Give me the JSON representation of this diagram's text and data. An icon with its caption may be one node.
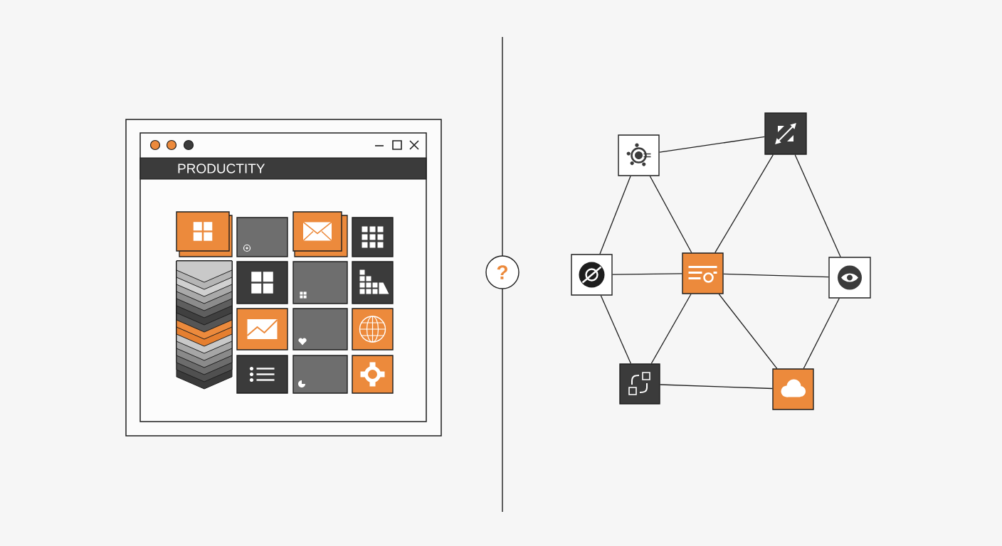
{
  "diagram": {
    "nodes": [
      {
        "text": [
          "PRODUCTITY"
        ]
      },
      {
        "text": [],
        "shape": "box",
        "in": 0
      },
      {
        "text": [],
        "shape": "box",
        "in": 0
      },
      {
        "text": [],
        "shape": "box",
        "in": 0
      },
      {
        "text": [],
        "shape": "box",
        "in": 0
      },
      {
        "text": [],
        "shape": "box",
        "in": 0
      },
      {
        "text": [],
        "shape": "box",
        "in": 0
      },
      {
        "text": [],
        "shape": "box",
        "in": 0
      },
      {
        "text": [],
        "shape": "box",
        "in": 0
      },
      {
        "text": [],
        "shape": "box",
        "in": 0
      },
      {
        "text": [],
        "shape": "box",
        "in": 0
      },
      {
        "text": [],
        "shape": "box",
        "in": 0
      },
      {
        "text": [],
        "shape": "box",
        "in": 0
      },
      {
        "text": [],
        "shape": "box",
        "in": 0
      },
      {
        "text": [
          "?"
        ]
      },
      {
        "text": [],
        "shape": "box"
      },
      {
        "text": [],
        "shape": "box"
      },
      {
        "text": [],
        "shape": "box"
      },
      {
        "text": [],
        "shape": "box"
      },
      {
        "text": [],
        "shape": "box"
      },
      {
        "text": [],
        "shape": "box"
      },
      {
        "text": [],
        "shape": "box"
      }
    ],
    "edges": [
      {
        "from": 15,
        "to": 16,
        "arrow": "none"
      },
      {
        "from": 15,
        "to": 17,
        "arrow": "none"
      },
      {
        "from": 15,
        "to": 18,
        "arrow": "none"
      },
      {
        "from": 16,
        "to": 18,
        "arrow": "none"
      },
      {
        "from": 16,
        "to": 19,
        "arrow": "none"
      },
      {
        "from": 17,
        "to": 18,
        "arrow": "none"
      },
      {
        "from": 18,
        "to": 19,
        "arrow": "none"
      },
      {
        "from": 17,
        "to": 20,
        "arrow": "none"
      },
      {
        "from": 18,
        "to": 20,
        "arrow": "none"
      },
      {
        "from": 18,
        "to": 21,
        "arrow": "none"
      },
      {
        "from": 19,
        "to": 21,
        "arrow": "none"
      },
      {
        "from": 20,
        "to": 21,
        "arrow": "none"
      }
    ]
  }
}
